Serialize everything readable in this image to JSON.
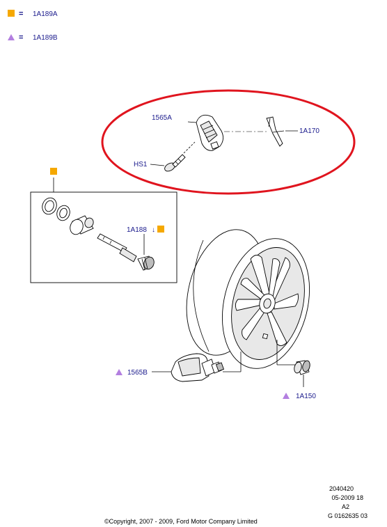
{
  "legend": [
    {
      "symbol": "square-icon",
      "equals": "=",
      "code": "1A189A"
    },
    {
      "symbol": "triangle-icon",
      "equals": "=",
      "code": "1A189B"
    }
  ],
  "callouts": {
    "bracket": "1565A",
    "bolt": "HS1",
    "clip": "1A170",
    "valve": "1A188",
    "sensor": "1565B",
    "cap": "1A150"
  },
  "footer": {
    "ref_line1": "2040420",
    "ref_line2": "05-2009 18",
    "ref_line3": "A2",
    "ref_line4": "G 0162635 03",
    "copyright": "©Copyright, 2007 - 2009, Ford Motor Company Limited"
  },
  "colors": {
    "square_marker": "#f5a800",
    "triangle_marker": "#b37fe0",
    "highlight_ellipse": "#e0141e",
    "label_text": "#1a1a8c"
  }
}
